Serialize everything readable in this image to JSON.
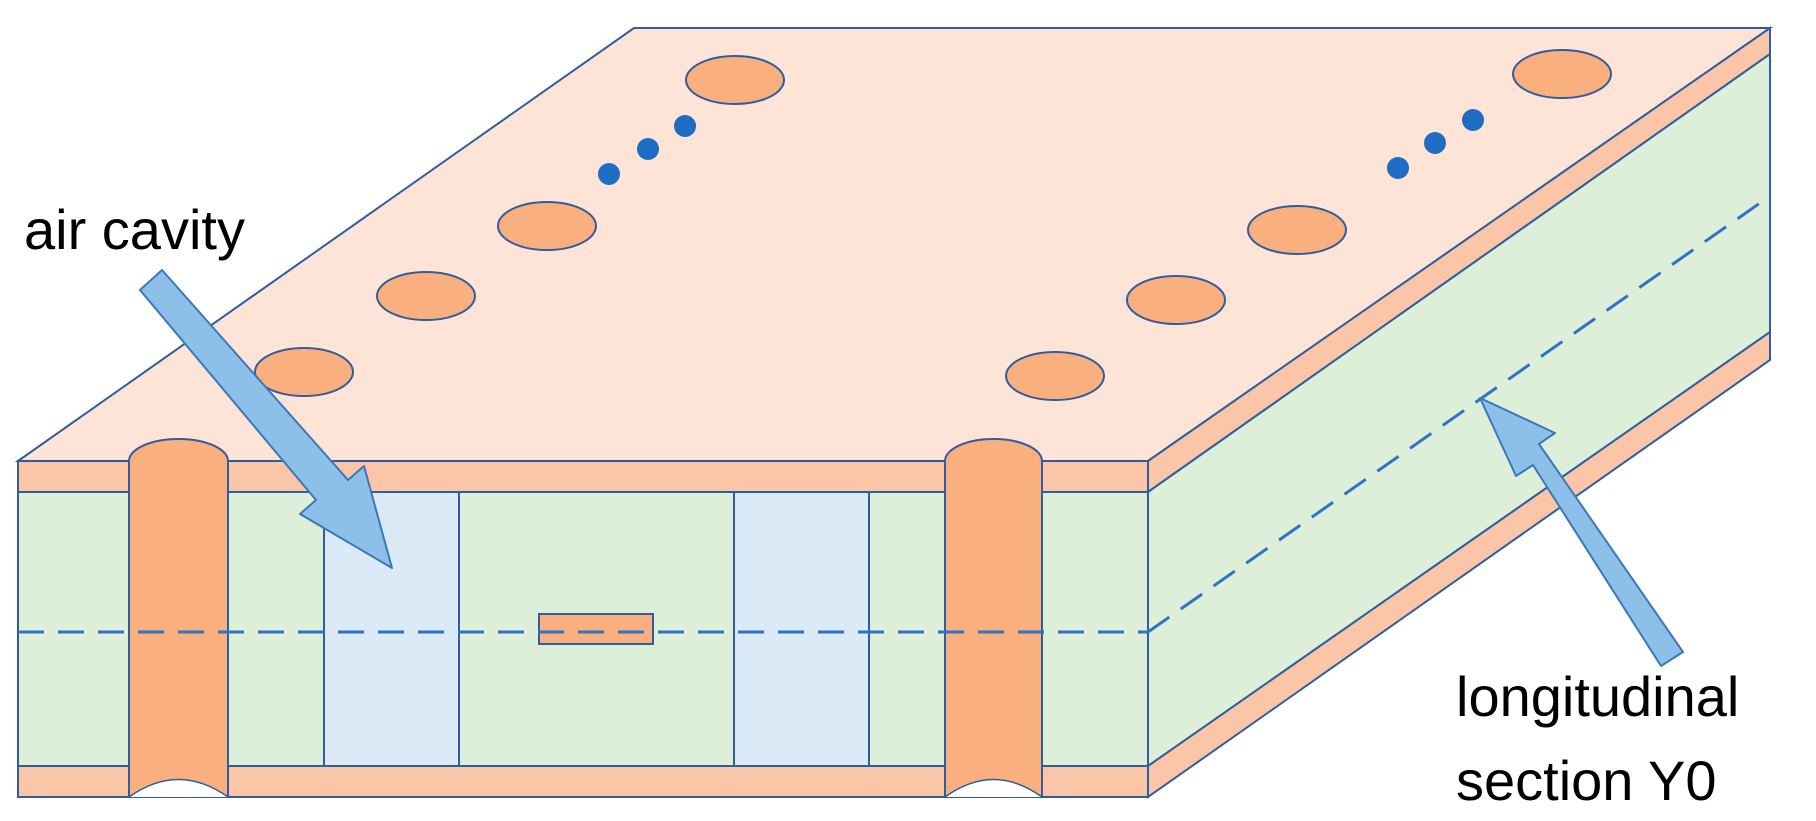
{
  "labels": {
    "air_cavity": "air cavity",
    "longitudinal_line1": "longitudinal",
    "longitudinal_line2": "section Y0"
  },
  "colors": {
    "top_surface": "#FDE4D6",
    "copper_layer": "#FBC6A7",
    "via_fill": "#F9AF7E",
    "substrate": "#DEEFD9",
    "air_cavity": "#DAEAF7",
    "outline": "#2F5E9E",
    "dot": "#1F6CC4",
    "arrow_fill": "#8CC0E8",
    "arrow_stroke": "#3C78B8",
    "dashed_line": "#2F73C6"
  },
  "icons": {
    "ellipsis_dots": "three-dot-ellipsis"
  }
}
